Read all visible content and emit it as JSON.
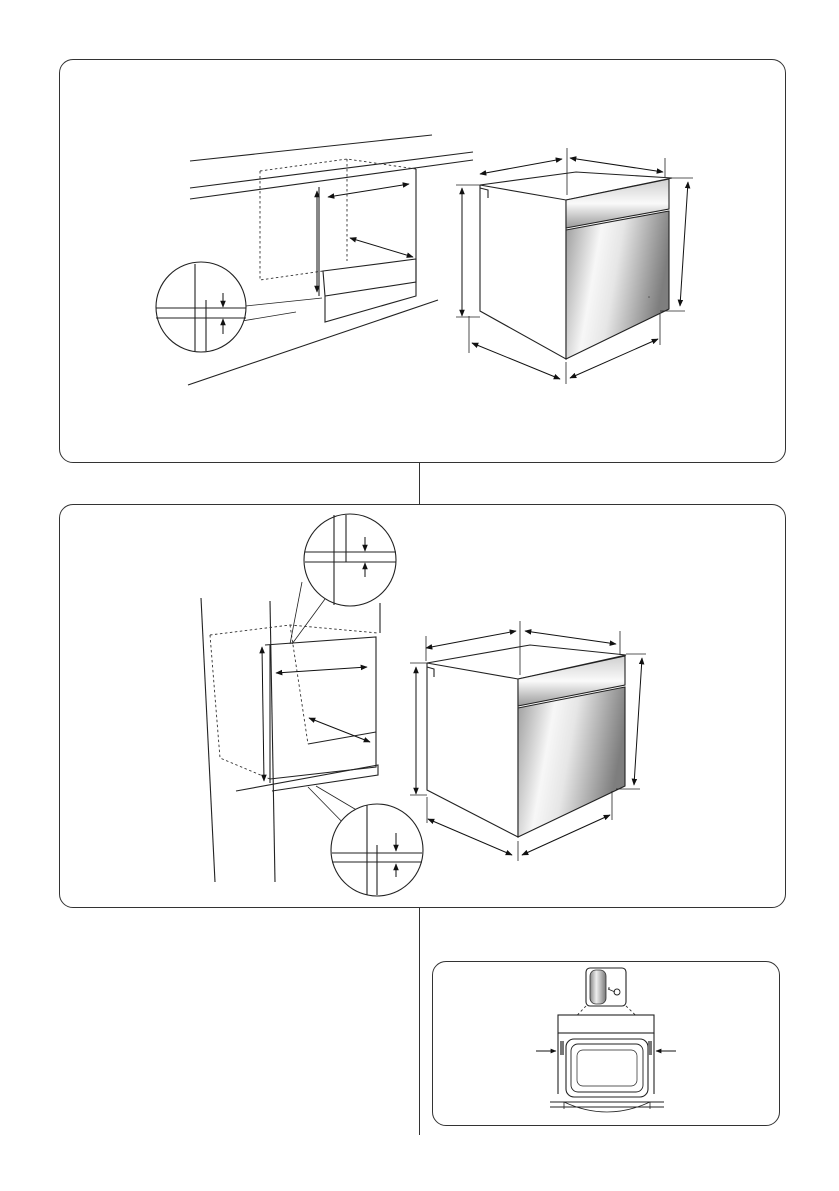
{
  "document": {
    "kind": "built-in oven installation diagram",
    "panels": [
      {
        "id": "top",
        "description_icon": "under-counter-installation-diagram"
      },
      {
        "id": "mid",
        "description_icon": "column-installation-diagram"
      },
      {
        "id": "small",
        "description_icon": "oven-fixing-screws-diagram"
      }
    ]
  },
  "colors": {
    "line": "#222222",
    "panel_border": "#333333",
    "steel_light": "#f4f4f4",
    "steel_dark": "#8c8c8c",
    "background": "#ffffff"
  }
}
